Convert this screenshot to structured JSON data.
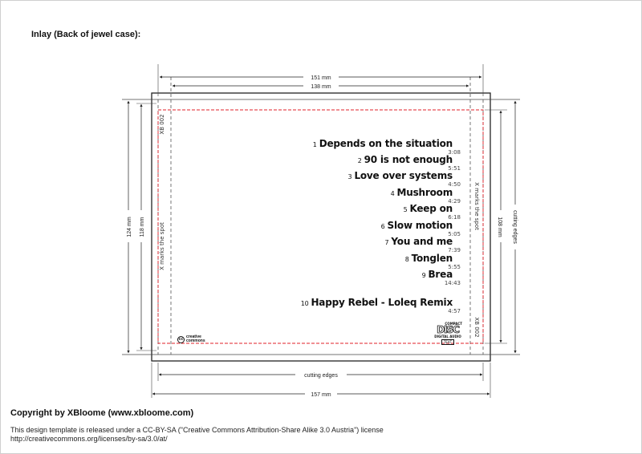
{
  "heading": "Inlay (Back of jewel case):",
  "dimensions": {
    "width_outer": "151 mm",
    "width_inner": "138 mm",
    "width_full": "157 mm",
    "height_left_outer": "124 mm",
    "height_left_inner": "118 mm",
    "height_right_inner": "108 mm",
    "cutting_edges_bottom": "cutting edges",
    "cutting_edges_right": "cutting edges"
  },
  "spine": {
    "left_text": "X marks the spot",
    "right_text": "X marks the spot",
    "left_code": "XB 002",
    "right_code": "XB 002"
  },
  "tracks": [
    {
      "num": "1",
      "title": "Depends on the situation",
      "time": "3:08"
    },
    {
      "num": "2",
      "title": "90 is not enough",
      "time": "5:51"
    },
    {
      "num": "3",
      "title": "Love over systems",
      "time": "4:50"
    },
    {
      "num": "4",
      "title": "Mushroom",
      "time": "4:29"
    },
    {
      "num": "5",
      "title": "Keep on",
      "time": "6:18"
    },
    {
      "num": "6",
      "title": "Slow motion",
      "time": "5:05"
    },
    {
      "num": "7",
      "title": "You and me",
      "time": "7:39"
    },
    {
      "num": "8",
      "title": "Tonglen",
      "time": "5:55"
    },
    {
      "num": "9",
      "title": "Brea",
      "time": "14:43"
    },
    {
      "num": "10",
      "title": "Happy Rebel - Loleq Remix",
      "time": "4:57"
    }
  ],
  "cc_logo": {
    "symbol": "cc",
    "line1": "creative",
    "line2": "commons"
  },
  "cd_logo": {
    "line1": "COMPACT",
    "disc": "DISC",
    "line2": "DIGITAL AUDIO",
    "line3": "TEXT"
  },
  "copyright": "Copyright by XBloome (www.xbloome.com)",
  "license_line1": "This design template is released under a CC-BY-SA (\"Creative Commons Attribution-Share Alike 3.0 Austria\") license",
  "license_line2": "http://creativecommons.org/licenses/by-sa/3.0/at/",
  "colors": {
    "line": "#222222",
    "guide": "#555555",
    "bleed": "#e0202a"
  }
}
